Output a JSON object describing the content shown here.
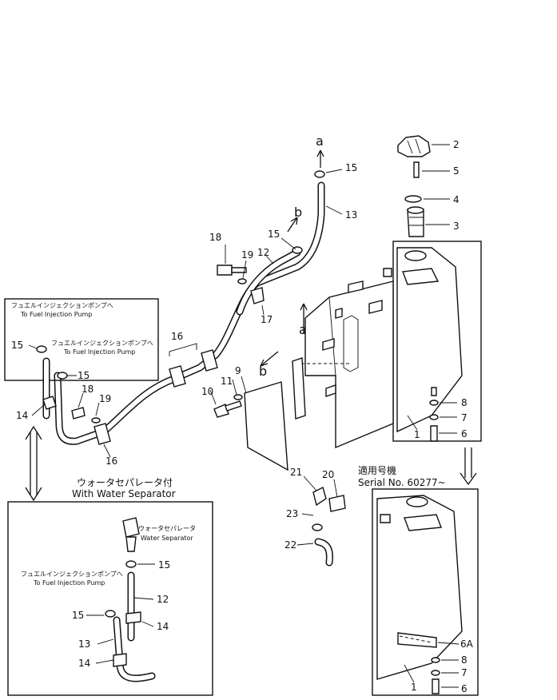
{
  "callouts": {
    "c1": "1",
    "c2": "2",
    "c3": "3",
    "c4": "4",
    "c5": "5",
    "c6": "6",
    "c7": "7",
    "c8": "8",
    "c9": "9",
    "c10": "10",
    "c11": "11",
    "c12": "12",
    "c13": "13",
    "c14": "14",
    "c15": "15",
    "c16": "16",
    "c17": "17",
    "c18": "18",
    "c19": "19",
    "c20": "20",
    "c21": "21",
    "c22": "22",
    "c23": "23",
    "c6a": "6A"
  },
  "view_markers": {
    "a": "a",
    "b": "b"
  },
  "inset_fuel_pump": {
    "jp_label_1": "フュエルインジェクションポンプへ",
    "en_label_1": "To Fuel Injection Pump",
    "jp_label_2": "フュエルインジェクションポンプへ",
    "en_label_2": "To Fuel Injection Pump"
  },
  "inset_water_separator": {
    "title_jp": "ウォータセパレータ付",
    "title_en": "With Water Separator",
    "sep_jp": "ウォータセパレータ",
    "sep_en": "Water Separator",
    "pump_jp": "フュエルインジェクションポンプへ",
    "pump_en": "To Fuel Injection Pump"
  },
  "inset_serial": {
    "title_jp": "適用号機",
    "serial": "Serial No. 60277~"
  }
}
